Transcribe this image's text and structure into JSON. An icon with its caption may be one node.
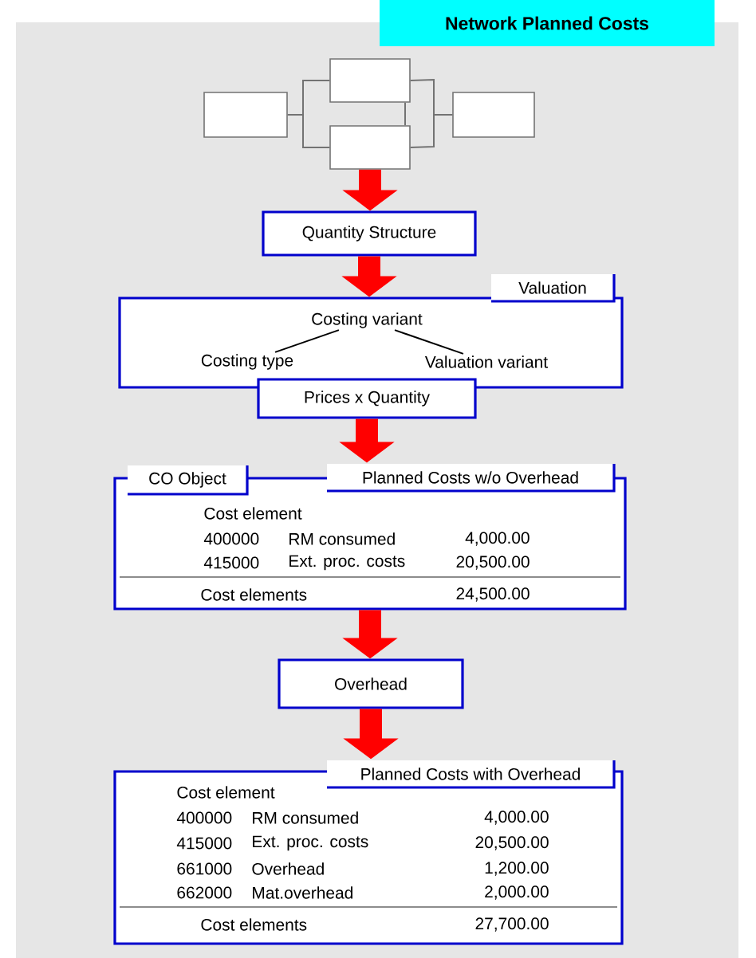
{
  "diagram": {
    "title": "Network Planned Costs",
    "nodes": [
      {
        "text": [],
        "shape": "box"
      },
      {
        "text": [],
        "shape": "box"
      },
      {
        "text": [],
        "shape": "box"
      },
      {
        "text": [],
        "shape": "box"
      },
      {
        "text": [
          "Quantity Structure"
        ]
      },
      {
        "text": [
          "Valuation"
        ]
      },
      {
        "text": [
          "Costing variant"
        ],
        "in": 5
      },
      {
        "text": [
          "Costing type"
        ],
        "in": 5
      },
      {
        "text": [
          "Valuation variant"
        ],
        "in": 5
      },
      {
        "text": [
          "Prices x Quantity"
        ]
      },
      {
        "text": [
          "CO Object",
          "Planned Costs w/o Overhead"
        ]
      },
      {
        "text": [
          "Overhead"
        ]
      },
      {
        "text": [
          "Planned Costs with Overhead"
        ]
      }
    ],
    "edges": [
      {
        "from": 0,
        "to": 1,
        "arrow": "none"
      },
      {
        "from": 0,
        "to": 2,
        "arrow": "none"
      },
      {
        "from": 1,
        "to": 2,
        "arrow": "none"
      },
      {
        "from": 1,
        "to": 3,
        "arrow": "none"
      },
      {
        "from": 2,
        "to": 3,
        "arrow": "none"
      },
      {
        "from": 2,
        "to": 4,
        "arrow": "to",
        "style": "thick",
        "color": "#ff0000"
      },
      {
        "from": 4,
        "to": 5,
        "arrow": "to",
        "style": "thick",
        "color": "#ff0000"
      },
      {
        "from": 6,
        "to": 7,
        "arrow": "none",
        "color": "#000000"
      },
      {
        "from": 6,
        "to": 8,
        "arrow": "none",
        "color": "#000000"
      },
      {
        "from": 9,
        "to": 10,
        "arrow": "to",
        "style": "thick",
        "color": "#ff0000"
      },
      {
        "from": 10,
        "to": 11,
        "arrow": "to",
        "style": "thick",
        "color": "#ff0000"
      },
      {
        "from": 11,
        "to": 12,
        "arrow": "to",
        "style": "thick",
        "color": "#ff0000"
      }
    ],
    "labels": [
      "Cost element",
      "400000",
      "RM consumed",
      "4,000.00",
      "415000",
      "Ext. proc. costs",
      "20,500.00",
      "Cost elements",
      "24,500.00",
      "Cost element",
      "400000",
      "RM consumed",
      "4,000.00",
      "415000",
      "Ext. proc. costs",
      "20,500.00",
      "661000",
      "Overhead",
      "1,200.00",
      "662000",
      "Mat.overhead",
      "2,000.00",
      "Cost elements",
      "27,700.00"
    ]
  }
}
